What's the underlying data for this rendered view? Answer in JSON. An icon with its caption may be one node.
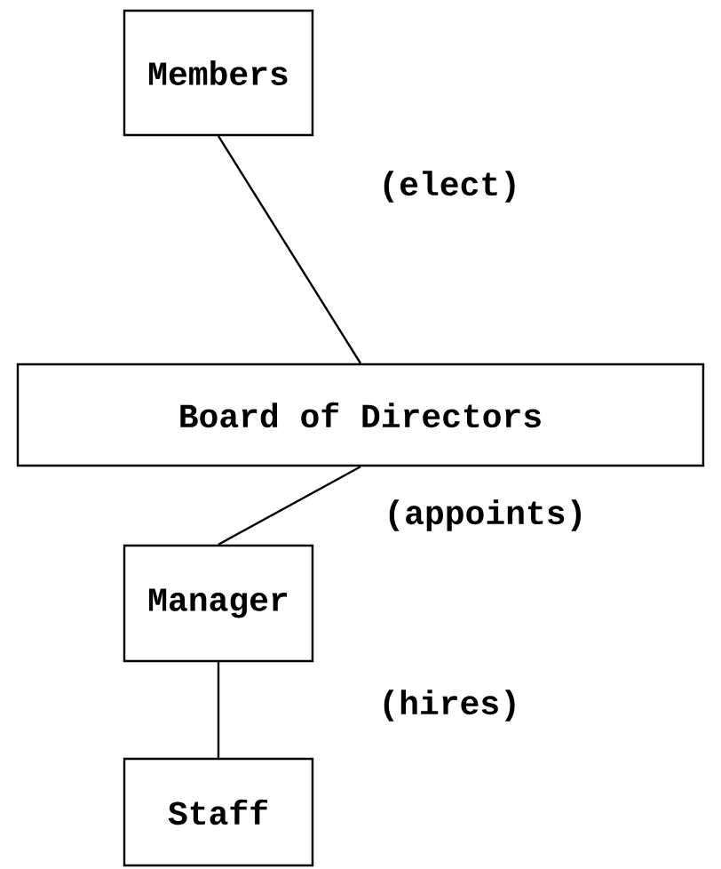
{
  "diagram": {
    "nodes": [
      {
        "text": [
          "Members"
        ]
      },
      {
        "text": [
          "Board of Directors"
        ]
      },
      {
        "text": [
          "Manager"
        ]
      },
      {
        "text": [
          "Staff"
        ]
      }
    ],
    "edges": [
      {
        "from": 0,
        "to": 1,
        "arrow": "none",
        "label": "(elect)"
      },
      {
        "from": 1,
        "to": 2,
        "arrow": "none",
        "label": "(appoints)"
      },
      {
        "from": 2,
        "to": 3,
        "arrow": "none",
        "label": "(hires)"
      }
    ]
  }
}
